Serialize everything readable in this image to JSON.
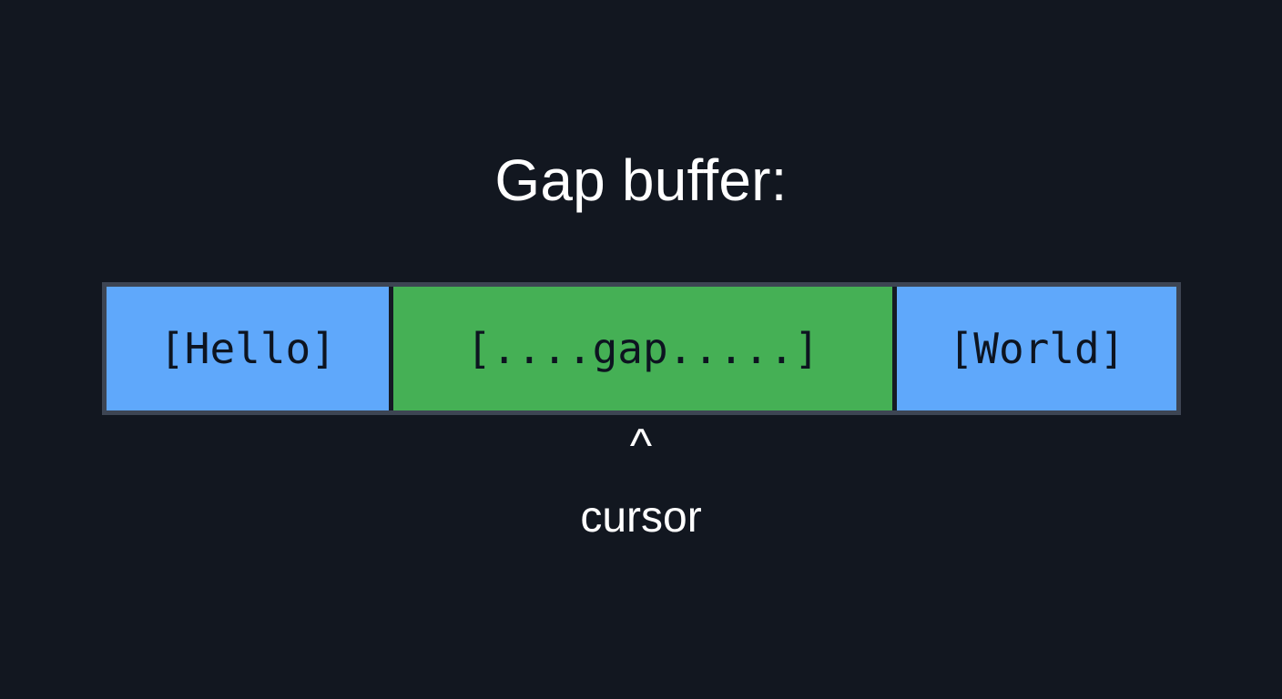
{
  "page": {
    "background_color": "#121720",
    "title": "Gap buffer:"
  },
  "buffer": {
    "frame_color": "#3d4553",
    "segments": {
      "left": {
        "label": "[Hello]",
        "color": "#5fa8fb",
        "role": "text-before-gap"
      },
      "gap": {
        "label": "[....gap.....]",
        "color": "#45b055",
        "role": "gap"
      },
      "right": {
        "label": "[World]",
        "color": "#5fa8fb",
        "role": "text-after-gap"
      }
    }
  },
  "cursor": {
    "caret": "^",
    "label": "cursor",
    "color": "#ffffff"
  }
}
